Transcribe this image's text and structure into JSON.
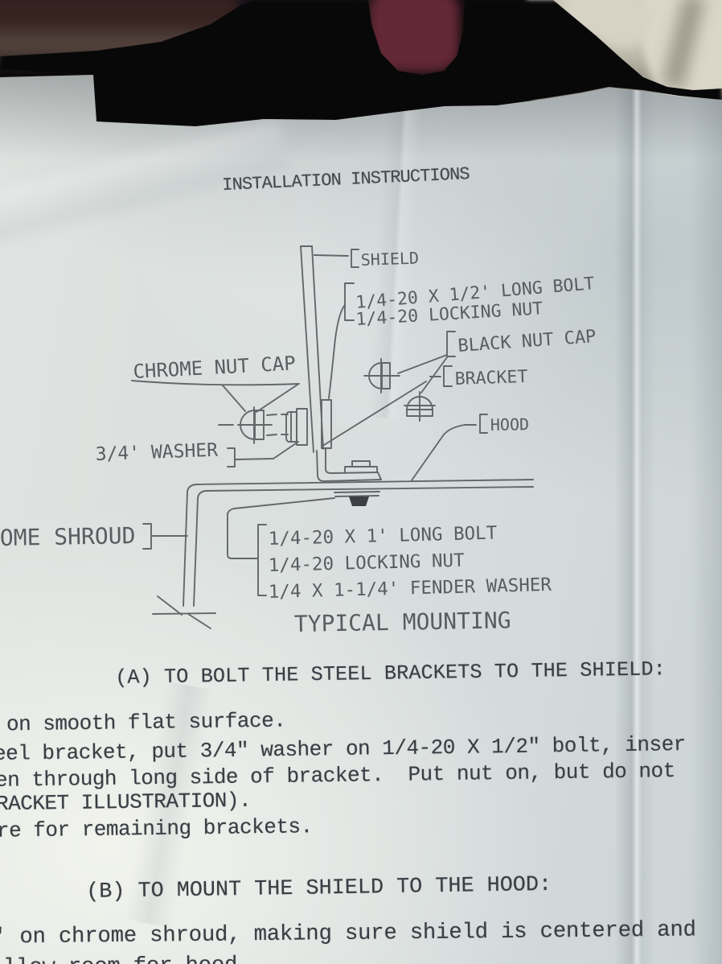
{
  "document": {
    "title": "INSTALLATION INSTRUCTIONS",
    "diagram": {
      "labels": {
        "shield": "SHIELD",
        "bolt_half": "1/4-20 X 1/2' LONG BOLT",
        "locking_nut_top": "1/4-20 LOCKING NUT",
        "black_nut_cap": "BLACK NUT CAP",
        "bracket": "BRACKET",
        "chrome_nut_cap": "CHROME NUT CAP",
        "hood": "HOOD",
        "washer": "3/4' WASHER",
        "chrome_shroud": "OME SHROUD",
        "bolt_one": "1/4-20 X 1' LONG BOLT",
        "locking_nut_bottom": "1/4-20 LOCKING NUT",
        "fender_washer": "1/4 X 1-1/4' FENDER WASHER",
        "caption": "TYPICAL MOUNTING"
      }
    },
    "section_a": {
      "heading": "(A) TO BOLT THE STEEL BRACKETS TO THE SHIELD:",
      "lines": [
        "on smooth flat surface.",
        "eel bracket, put 3/4\" washer on 1/4-20 X 1/2\" bolt, inser",
        "en through long side of bracket.  Put nut on, but do not",
        "RACKET ILLUSTRATION).",
        "re for remaining brackets."
      ]
    },
    "section_b": {
      "heading": "(B) TO MOUNT THE SHIELD TO THE HOOD:",
      "lines": [
        "' on chrome shroud, making sure shield is centered and",
        "llow room for hood"
      ]
    }
  },
  "colors": {
    "paper": "#dfe3e0",
    "ink": "#3a3e44",
    "diagram_line": "#54575b",
    "background": "#0c0a0c",
    "red_object": "#632836",
    "white_cloth": "#c9c5b7"
  }
}
